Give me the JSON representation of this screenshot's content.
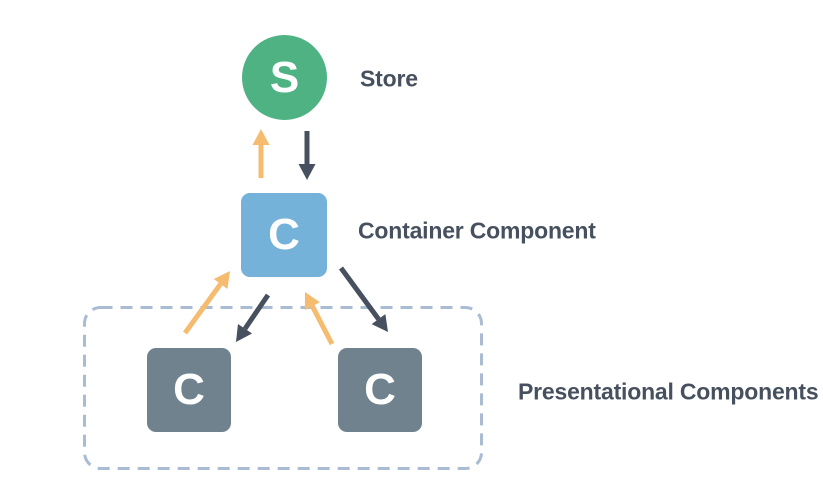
{
  "nodes": {
    "store": {
      "letter": "S",
      "label": "Store"
    },
    "container": {
      "letter": "C",
      "label": "Container Component"
    },
    "presentational": {
      "label": "Presentational Components",
      "left_letter": "C",
      "right_letter": "C"
    }
  },
  "colors": {
    "background": "#FFFFFF",
    "store_green": "#4EB283",
    "container_blue": "#74B2D9",
    "presentational_slate": "#71828F",
    "arrow_dark": "#47505E",
    "arrow_orange": "#F5BC70",
    "dashed_border": "#A9BCD4",
    "label_text": "#47505E",
    "node_letter": "#FFFFFF"
  }
}
